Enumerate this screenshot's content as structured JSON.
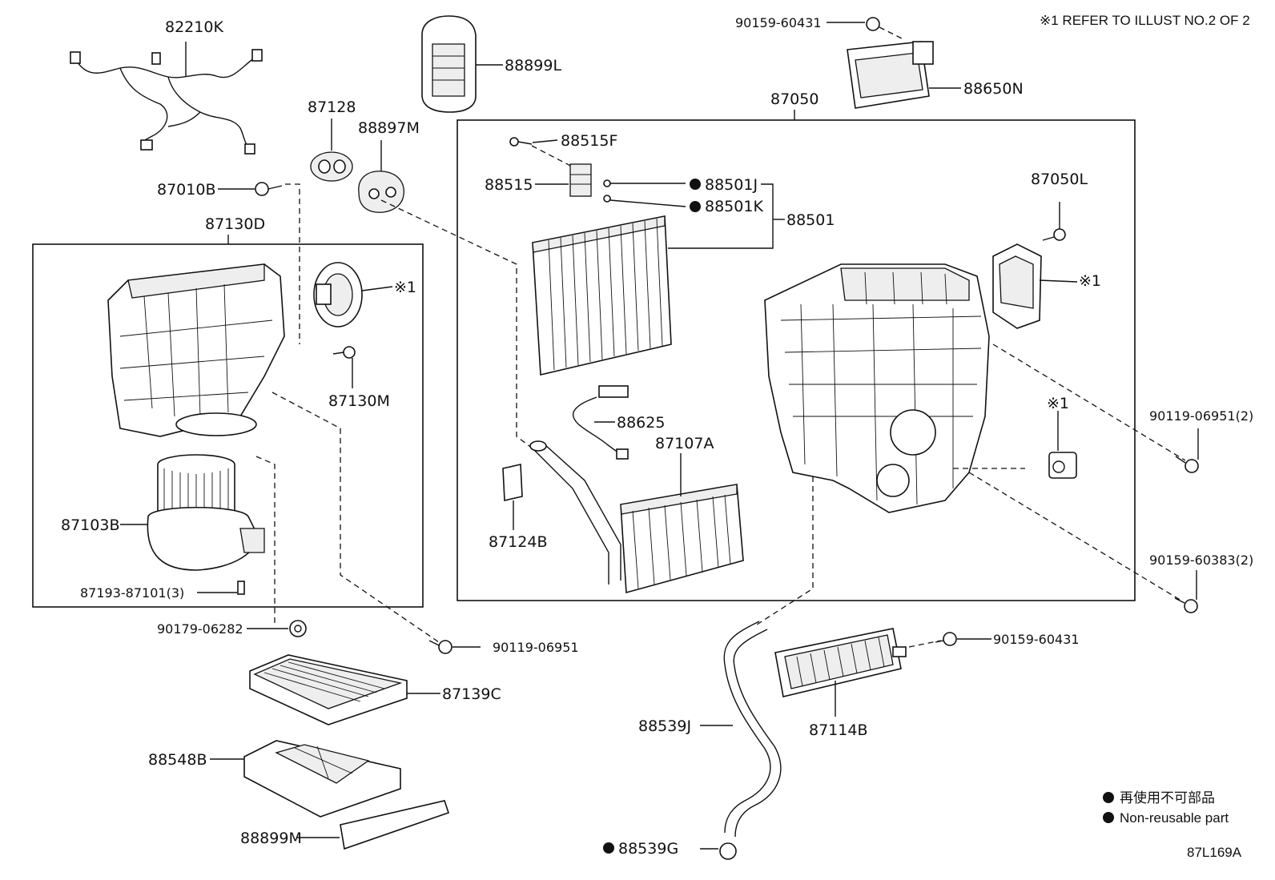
{
  "header_note": "※1 REFER TO ILLUST NO.2 OF 2",
  "illustration_code": "87L169A",
  "legend": {
    "line_jp": "再使用不可部品",
    "line_en": "Non-reusable part"
  },
  "labels": {
    "p82210K": "82210K",
    "p88899L": "88899L",
    "p90159_60431_top": "90159-60431",
    "p88650N": "88650N",
    "p87128": "87128",
    "p88897M": "88897M",
    "p87050": "87050",
    "p88515F": "88515F",
    "p88515": "88515",
    "p88501J": "88501J",
    "p88501K": "88501K",
    "p88501": "88501",
    "p87050L": "87050L",
    "p87010B": "87010B",
    "p87130D": "87130D",
    "p87130M": "87130M",
    "ref1_a": "※1",
    "ref1_b": "※1",
    "ref1_c": "※1",
    "p88625": "88625",
    "p87107A": "87107A",
    "p87124B": "87124B",
    "p87103B": "87103B",
    "p87193": "87193-87101(3)",
    "p90179": "90179-06282",
    "p90119_bottom": "90119-06951",
    "p90119_right": "90119-06951(2)",
    "p90159_60383": "90159-60383(2)",
    "p90159_60431_mid": "90159-60431",
    "p87139C": "87139C",
    "p88539J": "88539J",
    "p87114B": "87114B",
    "p88548B": "88548B",
    "p88899M": "88899M",
    "p88539G": "88539G"
  }
}
